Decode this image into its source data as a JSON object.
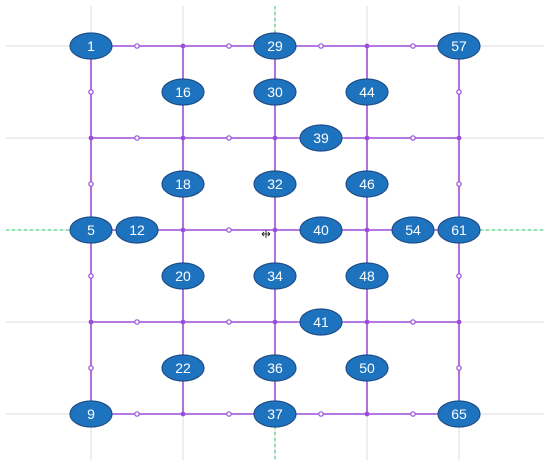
{
  "colors": {
    "node_fill": "#1e73be",
    "node_text": "#ffffff",
    "member": "#9b4fd8",
    "axis_dash": "#22c55e",
    "grid": "#dcdcdc"
  },
  "cursor_icon": "move-cursor-icon",
  "grid": {
    "columns": [
      1,
      2,
      3,
      4,
      5
    ],
    "rows": [
      1,
      2,
      3,
      4,
      5,
      6,
      7,
      8,
      9
    ]
  },
  "nodes": [
    {
      "label": "1",
      "col": 1,
      "row": 1
    },
    {
      "label": "29",
      "col": 3,
      "row": 1
    },
    {
      "label": "57",
      "col": 5,
      "row": 1
    },
    {
      "label": "16",
      "col": 2,
      "row": 2
    },
    {
      "label": "30",
      "col": 3,
      "row": 2
    },
    {
      "label": "44",
      "col": 4,
      "row": 2
    },
    {
      "label": "39",
      "col": 3.5,
      "row": 3
    },
    {
      "label": "18",
      "col": 2,
      "row": 4
    },
    {
      "label": "32",
      "col": 3,
      "row": 4
    },
    {
      "label": "46",
      "col": 4,
      "row": 4
    },
    {
      "label": "5",
      "col": 1,
      "row": 5
    },
    {
      "label": "12",
      "col": 1.5,
      "row": 5
    },
    {
      "label": "40",
      "col": 3.5,
      "row": 5
    },
    {
      "label": "54",
      "col": 4.5,
      "row": 5
    },
    {
      "label": "61",
      "col": 5,
      "row": 5
    },
    {
      "label": "20",
      "col": 2,
      "row": 6
    },
    {
      "label": "34",
      "col": 3,
      "row": 6
    },
    {
      "label": "48",
      "col": 4,
      "row": 6
    },
    {
      "label": "41",
      "col": 3.5,
      "row": 7
    },
    {
      "label": "22",
      "col": 2,
      "row": 8
    },
    {
      "label": "36",
      "col": 3,
      "row": 8
    },
    {
      "label": "50",
      "col": 4,
      "row": 8
    },
    {
      "label": "9",
      "col": 1,
      "row": 9
    },
    {
      "label": "37",
      "col": 3,
      "row": 9
    },
    {
      "label": "65",
      "col": 5,
      "row": 9
    }
  ],
  "members": {
    "horizontal_rows": [
      1,
      3,
      5,
      7,
      9
    ],
    "vertical_cols": [
      1,
      2,
      3,
      4,
      5
    ]
  }
}
